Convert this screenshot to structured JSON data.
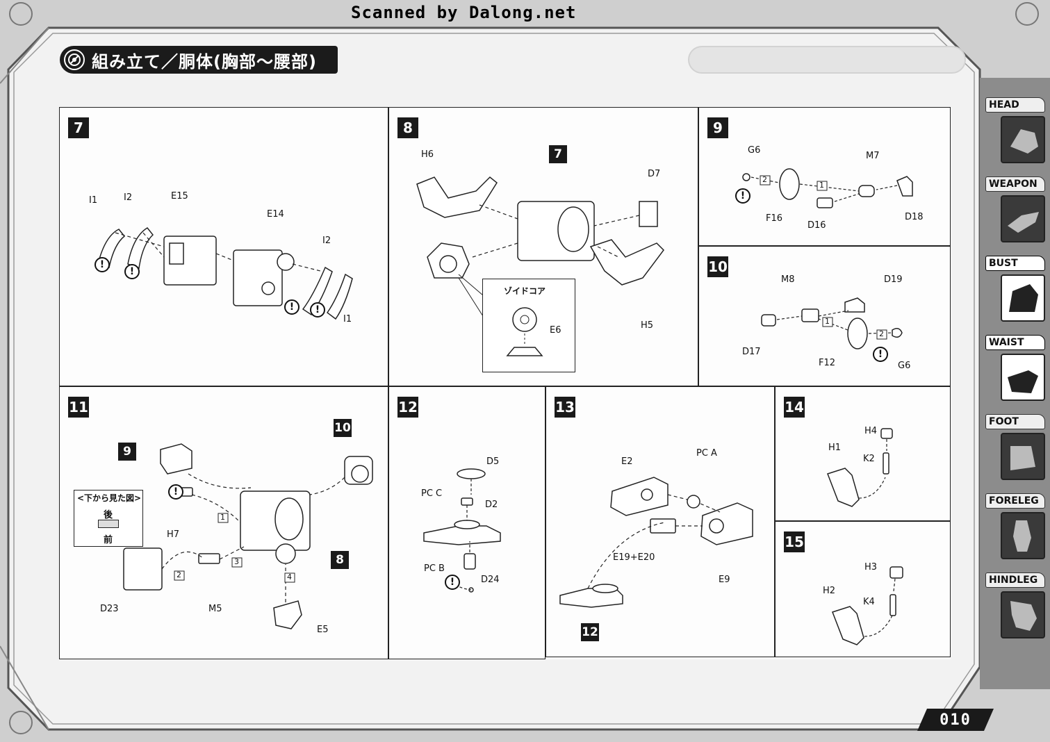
{
  "scan_credit": "Scanned by Dalong.net",
  "title": "組み立て／胴体(胸部～腰部)",
  "page_number": "010",
  "side_tabs": [
    {
      "label": "HEAD",
      "active": false
    },
    {
      "label": "WEAPON",
      "active": false
    },
    {
      "label": "BUST",
      "active": true
    },
    {
      "label": "WAIST",
      "active": true
    },
    {
      "label": "FOOT",
      "active": false
    },
    {
      "label": "FORELEG",
      "active": false
    },
    {
      "label": "HINDLEG",
      "active": false
    }
  ],
  "steps": {
    "s7": {
      "num": "7",
      "parts": [
        "I1",
        "I2",
        "E15",
        "E14",
        "I2",
        "I1"
      ]
    },
    "s8": {
      "num": "8",
      "ref": "7",
      "parts": [
        "H6",
        "D7",
        "H5",
        "E6"
      ],
      "inset_title": "ゾイドコア"
    },
    "s9": {
      "num": "9",
      "parts": [
        "G6",
        "M7",
        "F16",
        "D16",
        "D18"
      ],
      "seq": [
        "2",
        "1"
      ]
    },
    "s10": {
      "num": "10",
      "parts": [
        "M8",
        "D19",
        "D17",
        "F12",
        "G6"
      ],
      "seq": [
        "1",
        "2"
      ]
    },
    "s11": {
      "num": "11",
      "refs": [
        "9",
        "10",
        "8"
      ],
      "parts": [
        "H7",
        "D23",
        "M5",
        "E5"
      ],
      "seq": [
        "1",
        "2",
        "3",
        "4"
      ],
      "inset_title": "<下から見た図>",
      "inset_back": "後",
      "inset_front": "前"
    },
    "s12": {
      "num": "12",
      "parts": [
        "D5",
        "PC C",
        "D2",
        "PC B",
        "D24"
      ]
    },
    "s13": {
      "num": "13",
      "ref": "12",
      "parts": [
        "E2",
        "PC A",
        "E19+E20",
        "E9"
      ]
    },
    "s14": {
      "num": "14",
      "parts": [
        "H4",
        "H1",
        "K2"
      ]
    },
    "s15": {
      "num": "15",
      "parts": [
        "H3",
        "H2",
        "K4"
      ]
    }
  }
}
